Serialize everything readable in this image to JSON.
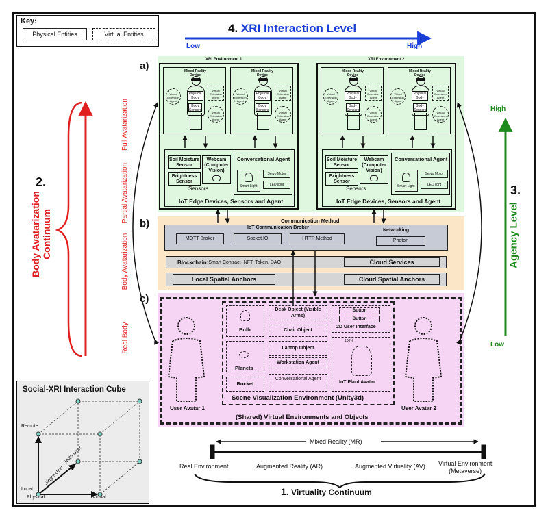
{
  "key": {
    "title": "Key:",
    "physical": "Physical Entities",
    "virtual": "Virtual Entities"
  },
  "xri_level": {
    "title_num": "4.",
    "title": "XRI Interaction Level",
    "low": "Low",
    "high": "High",
    "color": "#1a3fd6"
  },
  "body_continuum": {
    "num": "2.",
    "title_line1": "Body Avatarization",
    "title_line2": "Continuum",
    "color": "#e02020",
    "stages": [
      "Full Avatarization",
      "Partial Avatarization",
      "Body Avatarization",
      "Real Body"
    ]
  },
  "agency": {
    "num": "3.",
    "title": "Agency Level",
    "high": "High",
    "low": "Low",
    "color": "#1e8a1e"
  },
  "section_labels": {
    "a": "a)",
    "b": "b)",
    "c": "c)"
  },
  "env1": {
    "title": "XRI Environment 1"
  },
  "env2": {
    "title": "XRI Environment 2"
  },
  "xr_cell": {
    "device": "Mixed Reality Device",
    "body": "Physical Body",
    "sensors": "Body Sensors",
    "agent": "Virtual Extension Agent"
  },
  "iot": {
    "soil": "Soil Moisture Sensor",
    "brightness": "Brightness Sensor",
    "webcam": "Webcam (Computer Vision)",
    "sensors": "Sensors",
    "conv_agent": "Conversational Agent",
    "smart_light": "Smart Light",
    "servo": "Servo Motor",
    "led": "LED light",
    "footer": "IoT Edge Devices, Sensors and Agent"
  },
  "comm": {
    "title": "Communication Method",
    "broker": "IoT Communication Broker",
    "mqtt": "MQTT Broker",
    "socket": "Socket.IO",
    "http": "HTTP Method",
    "networking": "Networking",
    "photon": "Photon",
    "blockchain_bold": "Blockchain:",
    "blockchain_rest": " Smart Contract- NFT, Token, DAO",
    "cloud_services": "Cloud Services",
    "local_anchors": "Local Spatial Anchors",
    "cloud_anchors": "Cloud Spatial Anchors"
  },
  "scene": {
    "bulb": "Bulb",
    "planets": "Planets",
    "rocket": "Rocket",
    "desk": "Desk Object (Visible Arms)",
    "chair": "Chair Object",
    "laptop": "Laptop Object",
    "workstation": "Workstation Agent",
    "conv_agent": "Conversational Agent",
    "button1": "Button",
    "button2": "Button",
    "ui2d": "2D User Interface",
    "plant": "IoT Plant Avatar",
    "plant_value": "100%",
    "footer": "Scene Visualization Environment (Unity3d)",
    "shared": "(Shared) Virtual  Environments and Objects",
    "avatar1": "User Avatar 1",
    "avatar2": "User Avatar 2"
  },
  "cube": {
    "title": "Social-XRI Interaction Cube",
    "remote": "Remote",
    "local": "Local",
    "physical": "Physical",
    "virtual": "Virtual",
    "single": "Single User",
    "multi": "Multi-User"
  },
  "virtuality": {
    "mr": "Mixed Reality (MR)",
    "real": "Real Environment",
    "ar": "Augmented Reality (AR)",
    "av": "Augmented Virtuality (AV)",
    "ve_line1": "Virtual Environment",
    "ve_line2": "(Metaverse)",
    "num": "1.",
    "title": "Virtuality Continuum"
  },
  "colors": {
    "green_bg": "#dff6df",
    "orange_bg": "#fbe6c8",
    "pink_bg": "#f6d5f4",
    "gray_pill": "#d5d5d5"
  }
}
